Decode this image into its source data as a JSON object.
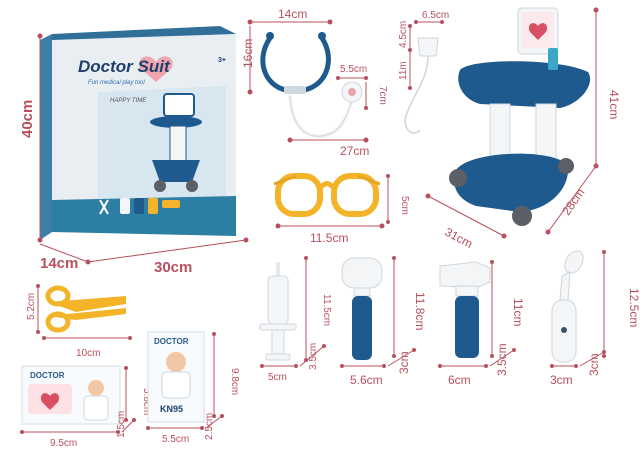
{
  "box": {
    "title": "Doctor Suit",
    "subtitle": "Fun medical play tool",
    "happy_time": "HAPPY TIME",
    "age_badge": "3+"
  },
  "cards": {
    "left_title": "DOCTOR",
    "right_title": "DOCTOR",
    "mask_label": "KN95"
  },
  "dimensions": {
    "box_height": "40cm",
    "box_depth": "14cm",
    "box_width": "30cm",
    "stethoscope_width": "14cm",
    "stethoscope_height": "16cm",
    "chestpiece_width": "5.5cm",
    "chestpiece_height": "7cm",
    "stethoscope_length": "27cm",
    "iv_bag_width": "6.5cm",
    "iv_bag_height": "4.5cm",
    "iv_tube_length": "11m",
    "cart_height": "41cm",
    "cart_depth": "28cm",
    "cart_width": "31cm",
    "glasses_width": "11.5cm",
    "glasses_height": "5cm",
    "syringe_height": "11.5cm",
    "syringe_width": "5cm",
    "syringe_depth": "3.5cm",
    "hammer_height": "11.8cm",
    "hammer_width": "5.6cm",
    "hammer_depth": "3cm",
    "otoscope_height": "11cm",
    "otoscope_width": "6cm",
    "otoscope_depth": "3.5cm",
    "bottle_height": "12.5cm",
    "bottle_width": "3cm",
    "bottle_depth": "3cm",
    "tweezer_height": "5.2cm",
    "tweezer_width": "10cm",
    "card1_height": "5.8cm",
    "card1_width": "9.5cm",
    "card1_depth": "1.5cm",
    "card2_height": "9.8cm",
    "card2_width": "5.5cm",
    "card2_depth": "2.5cm"
  },
  "colors": {
    "dimension_text": "#b8505e",
    "toy_blue": "#1f5a8e",
    "toy_white": "#f3f5f7",
    "toy_yellow": "#f3b429",
    "wheel_grey": "#5b5f66"
  }
}
